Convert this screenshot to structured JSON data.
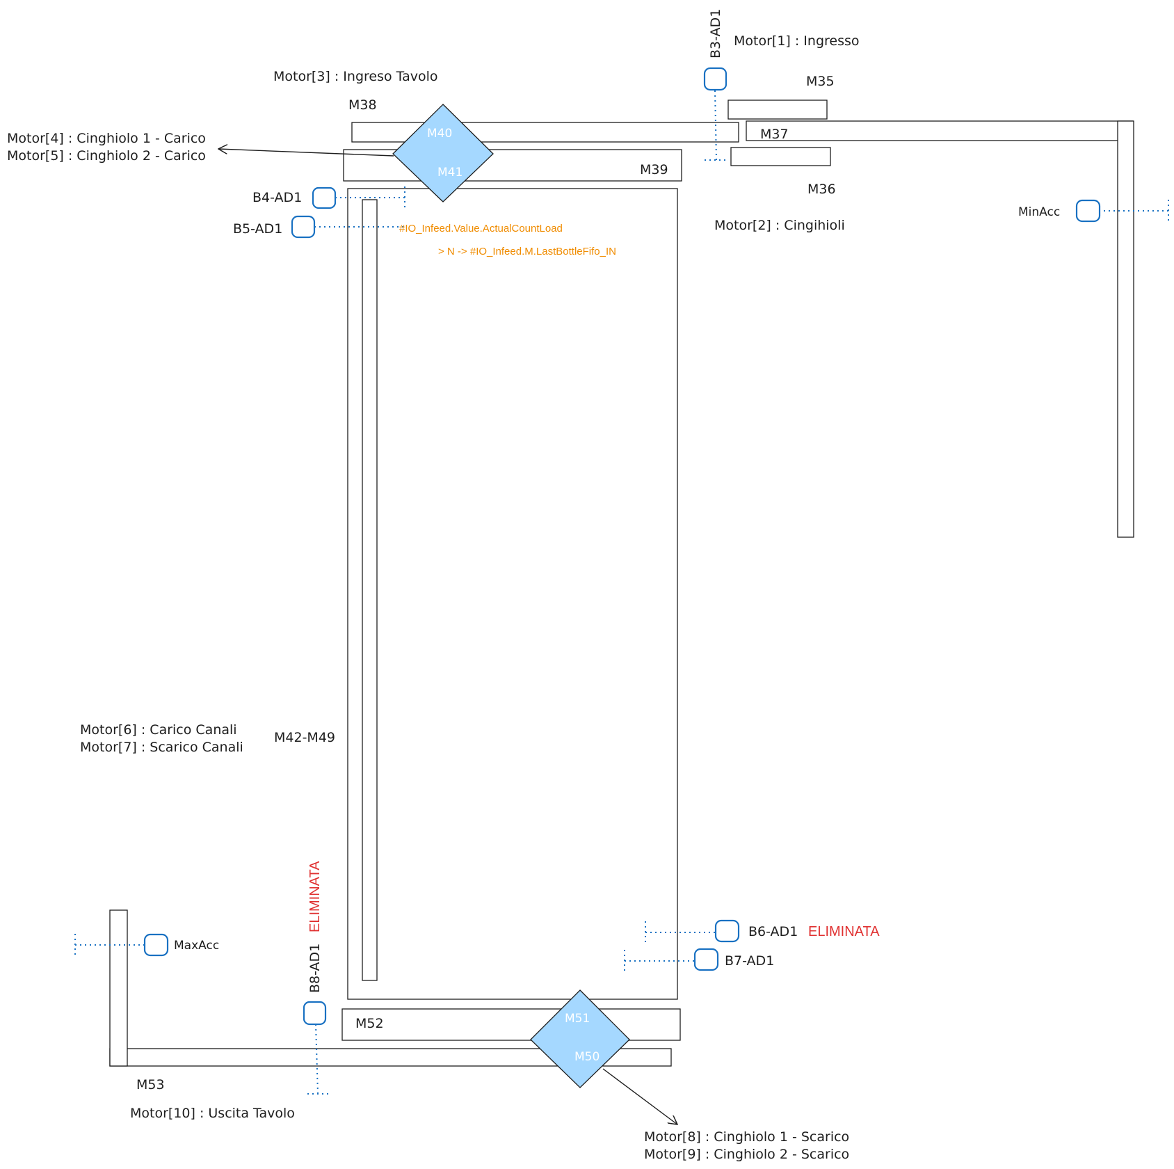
{
  "colors": {
    "sensor": "#1971c2",
    "diamond_fill": "#a5d8ff",
    "pink_fill": "#ffc9c9",
    "yellow_fill": "#ffec99",
    "orange_text": "#f08c00",
    "red_text": "#e03131",
    "stroke": "#1e1e1e"
  },
  "labels": {
    "motor1": "Motor[1] : Ingresso",
    "motor2": "Motor[2] : Cingihioli",
    "motor3": "Motor[3] : Ingreso Tavolo",
    "motor4": "Motor[4] : Cinghiolo 1 - Carico",
    "motor5": "Motor[5] : Cinghiolo 2 - Carico",
    "motor6": "Motor[6] : Carico Canali",
    "motor7": "Motor[7] : Scarico Canali",
    "motor8": "Motor[8] : Cinghiolo 1 - Scarico",
    "motor9": "Motor[9] : Cinghiolo 2 - Scarico",
    "motor10": "Motor[10] : Uscita Tavolo"
  },
  "components": {
    "m35": "M35",
    "m36": "M36",
    "m37": "M37",
    "m38": "M38",
    "m39": "M39",
    "m40": "M40",
    "m41": "M41",
    "m42_49": "M42-M49",
    "m50": "M50",
    "m51": "M51",
    "m52": "M52",
    "m53": "M53"
  },
  "sensors": {
    "b3": "B3-AD1",
    "b4": "B4-AD1",
    "b5": "B5-AD1",
    "b6": "B6-AD1",
    "b7": "B7-AD1",
    "b8": "B8-AD1",
    "min_acc": "MinAcc",
    "max_acc": "MaxAcc"
  },
  "annotations": {
    "count_load": "#IO_Infeed.Value.ActualCountLoad",
    "last_bottle": "> N -> #IO_Infeed.M.LastBottleFifo_IN",
    "eliminata_b6": "ELIMINATA",
    "eliminata_b8": "ELIMINATA"
  }
}
